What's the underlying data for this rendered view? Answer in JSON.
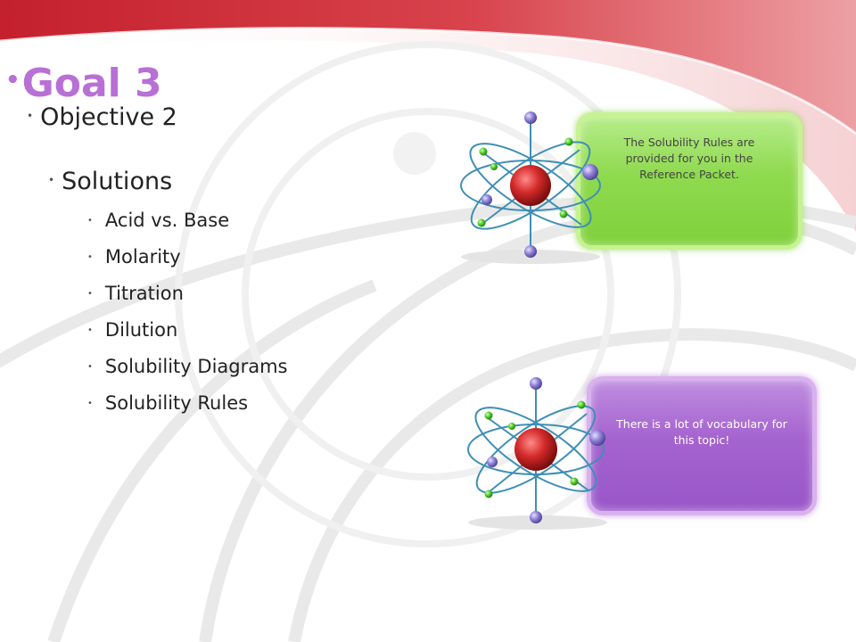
{
  "slide": {
    "title": "Goal 3",
    "objective": "Objective 2",
    "topic": "Solutions",
    "items": [
      "Acid vs. Base",
      "Molarity",
      "Titration",
      "Dilution",
      "Solubility Diagrams",
      "Solubility Rules"
    ]
  },
  "callouts": {
    "green_text": "The Solubility Rules are provided for you in the Reference Packet.",
    "purple_text": "There is a lot of vocabulary for this topic!"
  },
  "colors": {
    "title": "#b86fd6",
    "header_red": "#d9343f",
    "green_callout": "#8fda4f",
    "purple_callout": "#a463cf"
  },
  "icons": [
    "atom-icon",
    "atom-icon"
  ]
}
